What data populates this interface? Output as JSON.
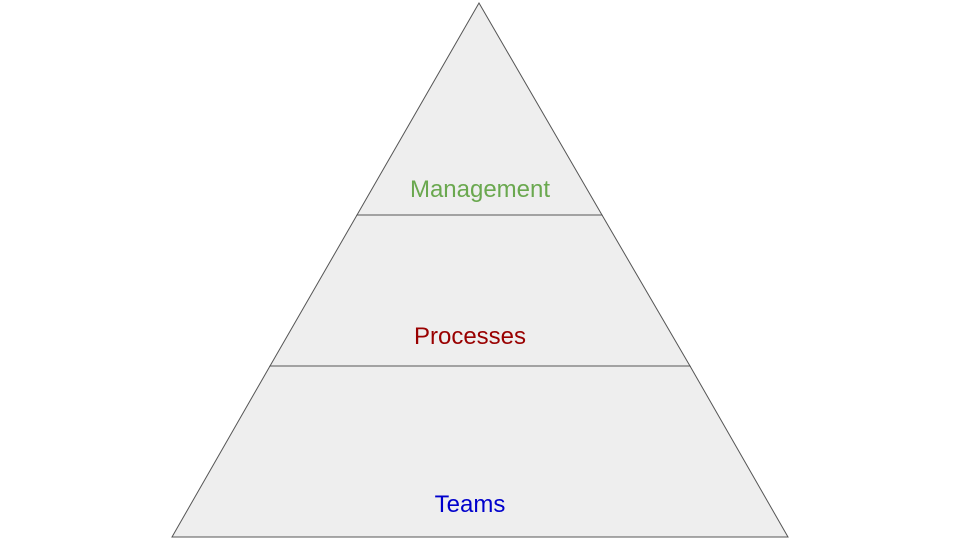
{
  "diagram": {
    "type": "pyramid",
    "fill_color": "#eeeeee",
    "stroke_color": "#555555",
    "levels": [
      {
        "label": "Management",
        "color": "#6aa84f"
      },
      {
        "label": "Processes",
        "color": "#990000"
      },
      {
        "label": "Teams",
        "color": "#0000cc"
      }
    ]
  }
}
